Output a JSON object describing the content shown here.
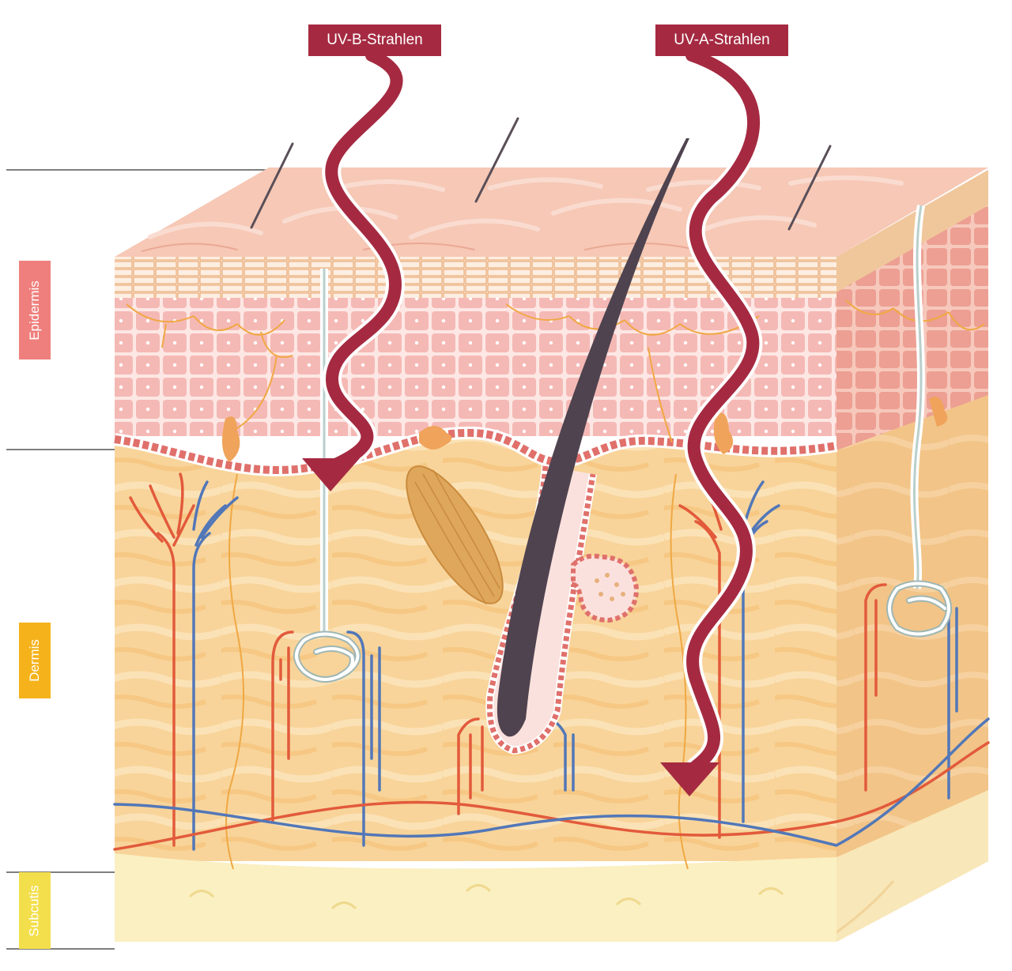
{
  "layers": {
    "epidermis": {
      "label": "Epidermis",
      "color": "#ef7f7c"
    },
    "dermis": {
      "label": "Dermis",
      "color": "#f5b21a"
    },
    "subcutis": {
      "label": "Subcutis",
      "color": "#f3df4c"
    }
  },
  "rays": {
    "uvb": {
      "label": "UV-B-Strahlen",
      "color": "#a52a41"
    },
    "uva": {
      "label": "UV-A-Strahlen",
      "color": "#a52a41"
    }
  }
}
